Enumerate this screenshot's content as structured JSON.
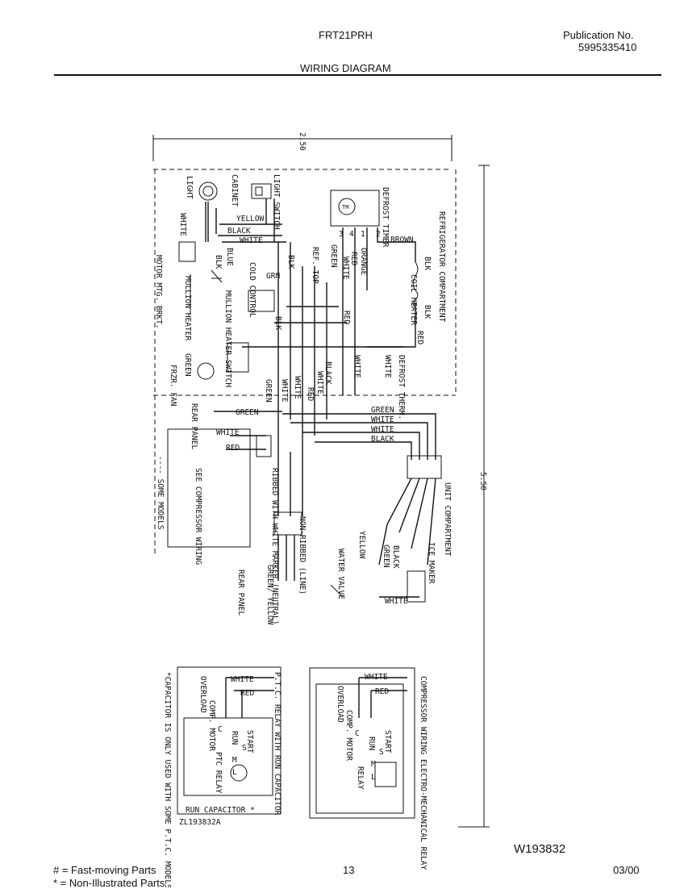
{
  "header": {
    "model": "FRT21PRH",
    "publication_label": "Publication No.",
    "publication_number": "5995335410",
    "title": "WIRING DIAGRAM"
  },
  "dimensions": {
    "top": "2.50",
    "side": "5.50"
  },
  "components": {
    "light": "LIGHT",
    "cabinet": "CABINET",
    "light_switch": "LIGHT SWITCH",
    "defrost_timer": "DEFROST TIMER",
    "refrigerator_compartment": "REFRIGERATOR COMPARTMENT",
    "coil_heater": "COIL HEATER",
    "mullion_heater": "MULLION HEATER",
    "mullion_heater_switch": "MULLION HEATER SWITCH",
    "motor_mtg_bracket": "MOTOR MTG. BRKT.",
    "cold_control": "COLD CONTROL",
    "ref_top": "REF. TOP",
    "frzr_fan": "FRZR. FAN",
    "defrost_therm": "DEFROST THERM.",
    "rear_panel": "REAR PANEL",
    "see_compressor_wiring": "SEE COMPRESSOR WIRING",
    "some_models": "---- SOME MODELS",
    "ribbed_with_white_marker": "RIBBED WITH WHITE MARKER (NEUTRAL)",
    "non_ribbed_line": "NON-RIBBED (LINE)",
    "unit_compartment": "UNIT COMPARTMENT",
    "ice_maker": "ICE MAKER",
    "water_valve": "WATER VALVE",
    "green_yellow": "GREEN/ YELLOW",
    "rear_panel_bottom": "REAR PANEL"
  },
  "wires": {
    "white": "WHITE",
    "black": "BLACK",
    "yellow": "YELLOW",
    "blue": "BLUE",
    "blk": "BLK",
    "grn": "GRN",
    "green": "GREEN",
    "red": "RED",
    "orange": "ORANGE",
    "brown": "BROWN",
    "tm": "TM"
  },
  "terminals": {
    "t1": "1",
    "t2": "2",
    "t3": "3",
    "t4": "4"
  },
  "ptc_box": {
    "title": "P.T.C. RELAY WITH RUN CAPACITOR",
    "white": "WHITE",
    "red": "RED",
    "overload": "OVERLOAD",
    "comp_motor": "COMP. MOTOR",
    "start": "START",
    "run": "RUN",
    "c": "C",
    "s": "S",
    "m": "M",
    "l": "L",
    "ptc_relay": "PTC RELAY",
    "run_capacitor": "RUN CAPACITOR *",
    "note": "*CAPACITOR IS ONLY USED WITH SOME P.T.C. MODELS.",
    "code": "ZL193832A"
  },
  "em_box": {
    "title": "COMPRESSOR WIRING ELECTRO-MECHANICAL RELAY",
    "white": "WHITE",
    "red": "RED",
    "overload": "OVERLOAD",
    "comp_motor": "COMP. MOTOR",
    "start": "START",
    "run": "RUN",
    "c": "C",
    "s": "S",
    "m": "M",
    "l": "L",
    "relay": "RELAY"
  },
  "footer": {
    "diagram_code": "W193832",
    "fast_moving": "# = Fast-moving Parts",
    "non_illustrated": "* = Non-Illustrated Parts",
    "page": "13",
    "date": "03/00"
  }
}
